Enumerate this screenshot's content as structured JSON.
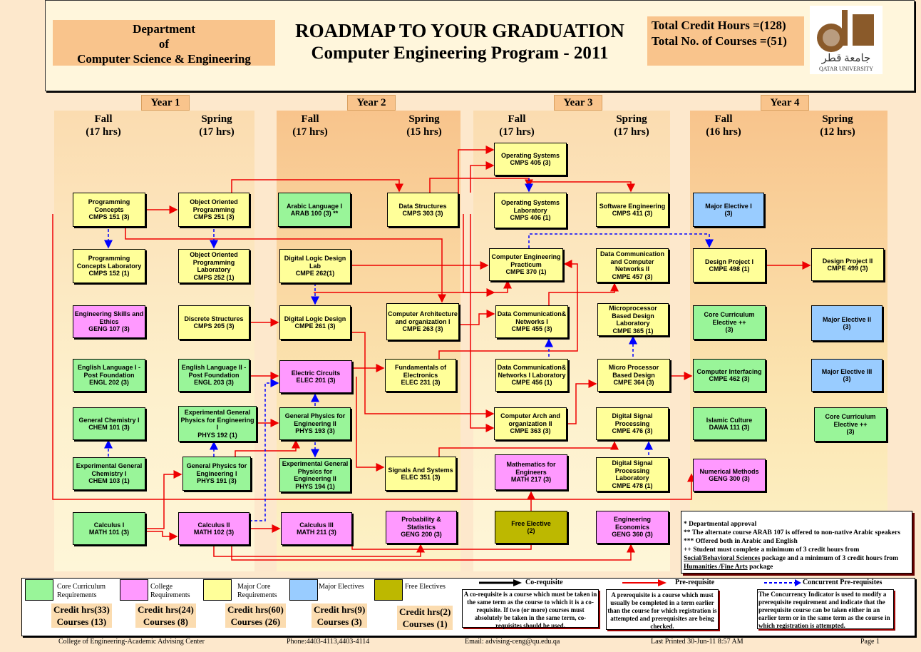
{
  "header": {
    "department": "Department\nof\nComputer Science & Engineering",
    "title": "ROADMAP TO YOUR GRADUATION",
    "subtitle": "Computer Engineering Program - 2011",
    "total_credit_hours": "Total Credit Hours =(128)",
    "total_courses": "Total No. of Courses =(51)",
    "logo_text": "جامعة قطر QATAR UNIVERSITY"
  },
  "years": [
    {
      "label": "Year 1",
      "fall": "Fall\n(17 hrs)",
      "spring": "Spring\n(17 hrs)"
    },
    {
      "label": "Year 2",
      "fall": "Fall\n(17 hrs)",
      "spring": "Spring\n(15 hrs)"
    },
    {
      "label": "Year 3",
      "fall": "Fall\n(17 hrs)",
      "spring": "Spring\n(17 hrs)"
    },
    {
      "label": "Year 4",
      "fall": "Fall\n(16 hrs)",
      "spring": "Spring\n(12 hrs)"
    }
  ],
  "courses": [
    {
      "n": "Programming Concepts",
      "c": "CMPS 151 (3)"
    },
    {
      "n": "Programming Concepts Laboratory",
      "c": "CMPS 152 (1)"
    },
    {
      "n": "Engineering Skills and Ethics",
      "c": "GENG 107 (3)"
    },
    {
      "n": "English Language I - Post Foundation",
      "c": "ENGL 202 (3)"
    },
    {
      "n": "General Chemistry I",
      "c": "CHEM 101 (3)"
    },
    {
      "n": "Experimental General Chemistry I",
      "c": "CHEM 103 (1)"
    },
    {
      "n": "Calculus I",
      "c": "MATH 101 (3)"
    },
    {
      "n": "Object Oriented Programming",
      "c": "CMPS 251 (3)"
    },
    {
      "n": "Object Oriented Programming Laboratory",
      "c": "CMPS 252 (1)"
    },
    {
      "n": "Discrete Structures",
      "c": "CMPS 205 (3)"
    },
    {
      "n": "English Language II - Post Foundation",
      "c": "ENGL 203 (3)"
    },
    {
      "n": "Experimental General Physics for Engineering I",
      "c": "PHYS 192 (1)"
    },
    {
      "n": "General Physics for Engineering I",
      "c": "PHYS 191 (3)"
    },
    {
      "n": "Calculus II",
      "c": "MATH 102 (3)"
    },
    {
      "n": "Arabic Language I",
      "c": "ARAB 100 (3) **"
    },
    {
      "n": "Digital Logic Design Lab",
      "c": "CMPE 262(1)"
    },
    {
      "n": "Digital Logic Design",
      "c": "CMPE 261 (3)"
    },
    {
      "n": "Electric Circuits",
      "c": "ELEC 201 (3)"
    },
    {
      "n": "General Physics for Engineering II",
      "c": "PHYS 193 (3)"
    },
    {
      "n": "Experimental General Physics for Engineering II",
      "c": "PHYS 194 (1)"
    },
    {
      "n": "Calculus III",
      "c": "MATH 211 (3)"
    },
    {
      "n": "Data Structures",
      "c": "CMPS 303 (3)"
    },
    {
      "n": "Computer Architecture and organization I",
      "c": "CMPE 263 (3)"
    },
    {
      "n": "Fundamentals of Electronics",
      "c": "ELEC 231 (3)"
    },
    {
      "n": "Signals And Systems",
      "c": "ELEC 351 (3)"
    },
    {
      "n": "Probability & Statistics",
      "c": "GENG 200 (3)"
    },
    {
      "n": "Operating Systems",
      "c": "CMPS 405 (3)"
    },
    {
      "n": "Operating Systems Laboratory",
      "c": "CMPS 406 (1)"
    },
    {
      "n": "Computer Engineering Practicum",
      "c": "CMPE 370 (1)"
    },
    {
      "n": "Data Communication& Networks I",
      "c": "CMPE 455 (3)"
    },
    {
      "n": "Data Communication& Networks I Laboratory",
      "c": "CMPE 456 (1)"
    },
    {
      "n": "Computer Arch and organization II",
      "c": "CMPE 363 (3)"
    },
    {
      "n": "Mathematics for Engineers",
      "c": "MATH 217 (3)"
    },
    {
      "n": "Free Elective",
      "c": "(2)"
    },
    {
      "n": "Software Engineering",
      "c": "CMPS 411 (3)"
    },
    {
      "n": "Data Communication and Computer Networks II",
      "c": "CMPE 457 (3)"
    },
    {
      "n": "Microprocessor Based Design Laboratory",
      "c": "CMPE 365 (1)"
    },
    {
      "n": "Micro Processor Based Design",
      "c": "CMPE 364 (3)"
    },
    {
      "n": "Digital Signal Processing",
      "c": "CMPE 476 (3)"
    },
    {
      "n": "Digital Signal Processing Laboratory",
      "c": "CMPE 478 (1)"
    },
    {
      "n": "Engineering Economics",
      "c": "GENG 360 (3)"
    },
    {
      "n": "Major Elective I",
      "c": "(3)"
    },
    {
      "n": "Design Project I",
      "c": "CMPE 498 (1)"
    },
    {
      "n": "Core Curriculum Elective ++",
      "c": "(3)"
    },
    {
      "n": "Computer Interfacing",
      "c": "CMPE 462 (3)"
    },
    {
      "n": "Islamic Culture",
      "c": "DAWA 111 (3)"
    },
    {
      "n": "Numerical Methods",
      "c": "GENG 300 (3)"
    },
    {
      "n": "Design Project II",
      "c": "CMPE 499 (3)"
    },
    {
      "n": "Major Elective II",
      "c": "(3)"
    },
    {
      "n": "Major Elective III",
      "c": "(3)"
    },
    {
      "n": "Core Curriculum Elective ++",
      "c": "(3)"
    }
  ],
  "notes": [
    "* Departmental approval",
    " ** The alternate course ARAB 107 is offered to non-native Arabic speakers",
    "*** Offered both in Arabic and English",
    "++ Student must complete a minimum of 3 credit hours from",
    "Social/Behavioral Sciences",
    "package and a minimum of 3 credit hours from",
    "Humanities /Fine Arts",
    "package"
  ],
  "legend": {
    "categories": [
      {
        "label": "Core Curriculum Requirements",
        "credit": "Credit hrs(33)",
        "courses": "Courses (13)",
        "color": "#99f599"
      },
      {
        "label": "College Requirements",
        "credit": "Credit hrs(24)",
        "courses": "Courses (8)",
        "color": "#ff99ff"
      },
      {
        "label": "Major Core Requirements",
        "credit": "Credit hrs(60)",
        "courses": "Courses (26)",
        "color": "#ffff99"
      },
      {
        "label": "Major Electives",
        "credit": "Credit hrs(9)",
        "courses": "Courses (3)",
        "color": "#99ccff"
      },
      {
        "label": "Free Electives",
        "credit": "Credit hrs(2)",
        "courses": "Courses (1)",
        "color": "#bdb800"
      }
    ],
    "corequisite": {
      "label": "Co-requisite",
      "text": "A co-requisite is a course which must be taken in the same term as the course to which it is a co-requisite. If two (or more) courses must absolutely be taken in the same term, co-requisites should be used."
    },
    "prerequisite": {
      "label": "Pre-requisite",
      "text": "A prerequisite is a course which must usually be completed in a term earlier than the course for which registration is attempted and prerequisites are being checked."
    },
    "concurrent": {
      "label": "Concurrent Pre-requisites",
      "text": "The Concurrency Indicator is used to modify a prerequisite requirement and indicate that the prerequisite course can be taken either in an earlier term or in the same term as the course in which registration is attempted."
    }
  },
  "footer": {
    "center": "College of Engineering-Academic Advising Center",
    "phone": "Phone:4403-4113,4403-4114",
    "email": "Email: advising-ceng@qu.edu.qa",
    "printed": "Last Printed 30-Jun-11 8:57 AM",
    "page": "Page 1"
  }
}
